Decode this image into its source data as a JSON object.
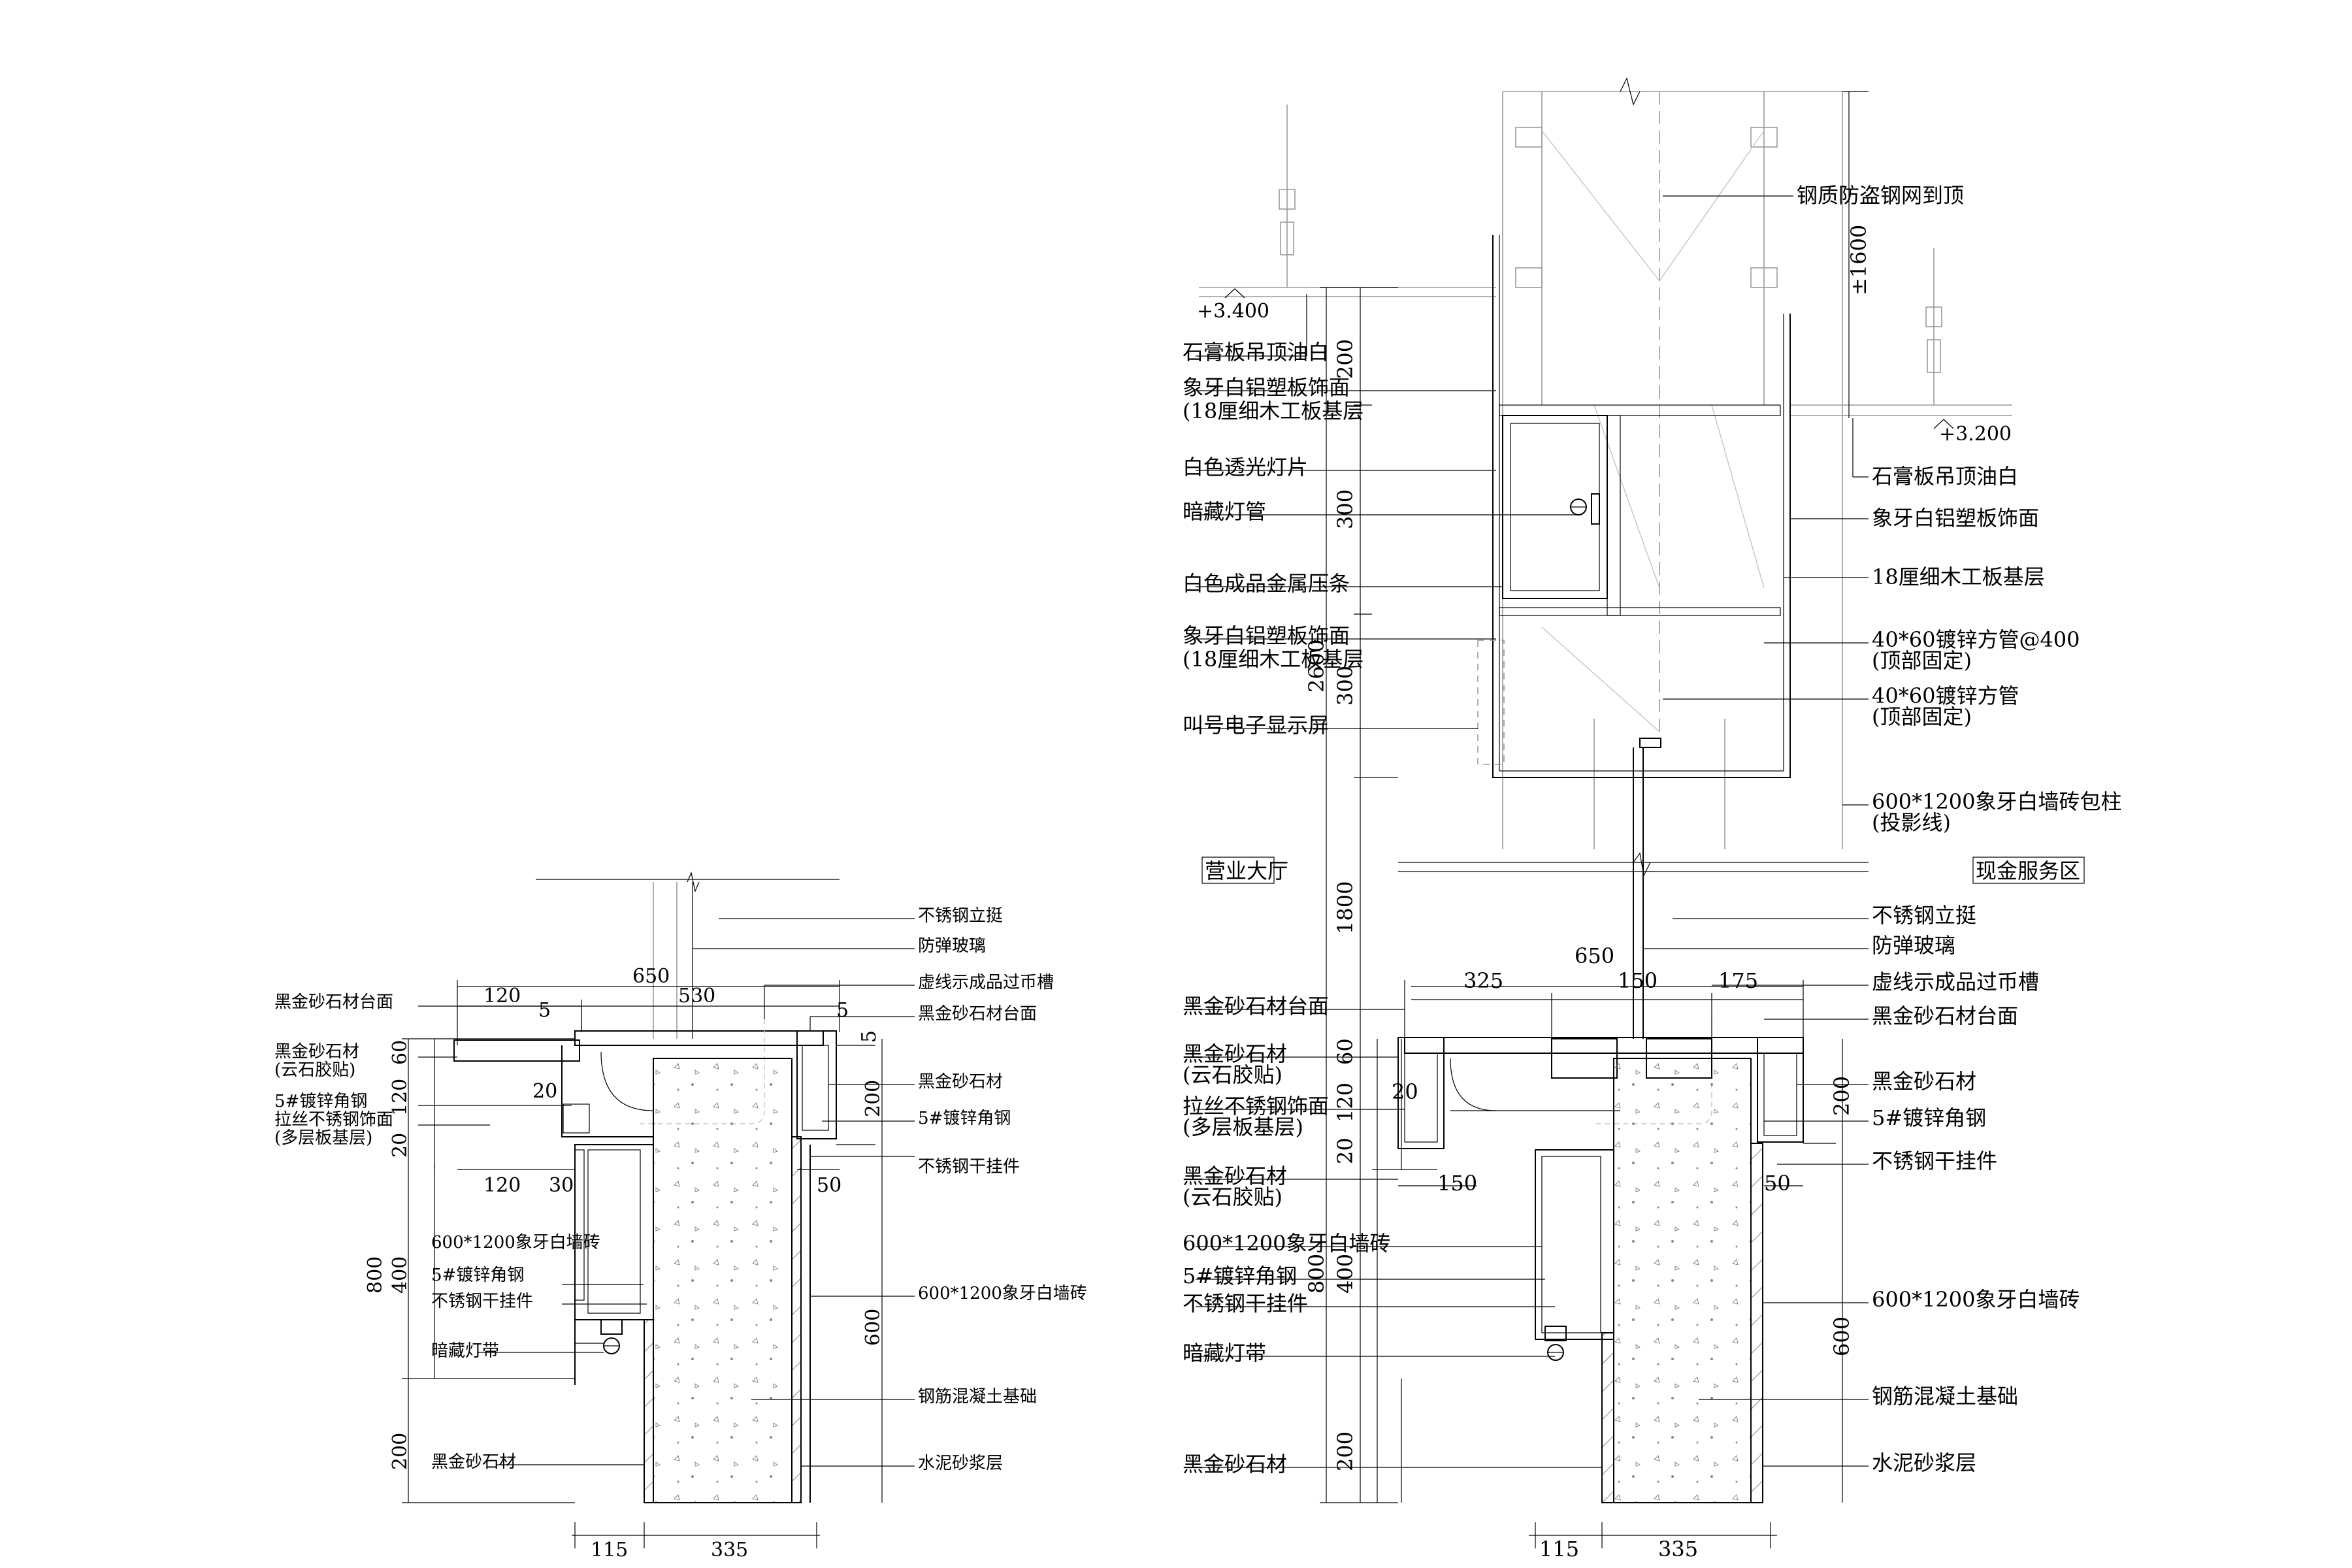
{
  "left_detail": {
    "labels_left": [
      "黑金砂石材台面",
      "黑金砂石材",
      "(云石胶贴)",
      "5#镀锌角钢",
      "拉丝不锈钢饰面",
      "(多层板基层)",
      "600*1200象牙白墙砖",
      "5#镀锌角钢",
      "不锈钢干挂件",
      "暗藏灯带",
      "黑金砂石材"
    ],
    "labels_right": [
      "不锈钢立挺",
      "防弹玻璃",
      "虚线示成品过币槽",
      "黑金砂石材台面",
      "黑金砂石材",
      "5#镀锌角钢",
      "不锈钢干挂件",
      "600*1200象牙白墙砖",
      "钢筋混凝土基础",
      "水泥砂浆层"
    ],
    "dims": {
      "d650": "650",
      "d120a": "120",
      "d530": "530",
      "d5a": "5",
      "d5b": "5",
      "d5c": "5",
      "d60": "60",
      "d20a": "20",
      "d120b": "120",
      "d20b": "20",
      "d120c": "120",
      "d30": "30",
      "d50": "50",
      "d200a": "200",
      "d800": "800",
      "d400": "400",
      "d600": "600",
      "d200b": "200",
      "d115": "115",
      "d335": "335"
    }
  },
  "right_detail": {
    "labels_left": [
      "石膏板吊顶油白",
      "象牙白铝塑板饰面",
      "(18厘细木工板基层",
      "白色透光灯片",
      "暗藏灯管",
      "白色成品金属压条",
      "象牙白铝塑板饰面",
      "(18厘细木工板基层",
      "叫号电子显示屏",
      "黑金砂石材台面",
      "黑金砂石材",
      "(云石胶贴)",
      "拉丝不锈钢饰面",
      "(多层板基层)",
      "黑金砂石材",
      "(云石胶贴)",
      "600*1200象牙白墙砖",
      "5#镀锌角钢",
      "不锈钢干挂件",
      "暗藏灯带",
      "黑金砂石材"
    ],
    "labels_right": [
      "钢质防盗钢网到顶",
      "石膏板吊顶油白",
      "象牙白铝塑板饰面",
      "18厘细木工板基层",
      "40*60镀锌方管@400",
      "(顶部固定)",
      "40*60镀锌方管",
      "(顶部固定)",
      "600*1200象牙白墙砖包柱",
      "(投影线)",
      "不锈钢立挺",
      "防弹玻璃",
      "虚线示成品过币槽",
      "黑金砂石材台面",
      "黑金砂石材",
      "5#镀锌角钢",
      "不锈钢干挂件",
      "600*1200象牙白墙砖",
      "钢筋混凝土基础",
      "水泥砂浆层"
    ],
    "zones": {
      "left": "营业大厅",
      "right": "现金服务区"
    },
    "levels": {
      "ceiling_left": "+3.400",
      "ceiling_right": "+3.200",
      "top_dim": "±1600"
    },
    "dims": {
      "d200top": "200",
      "d300a": "300",
      "d2600": "2600",
      "d300b": "300",
      "d1800": "1800",
      "d650": "650",
      "d325": "325",
      "d150a": "150",
      "d175": "175",
      "d60": "60",
      "d20a": "20",
      "d120": "120",
      "d20b": "20",
      "d150b": "150",
      "d50": "50",
      "d200r": "200",
      "d800": "800",
      "d400": "400",
      "d600": "600",
      "d200b": "200",
      "d115": "115",
      "d335": "335"
    }
  }
}
